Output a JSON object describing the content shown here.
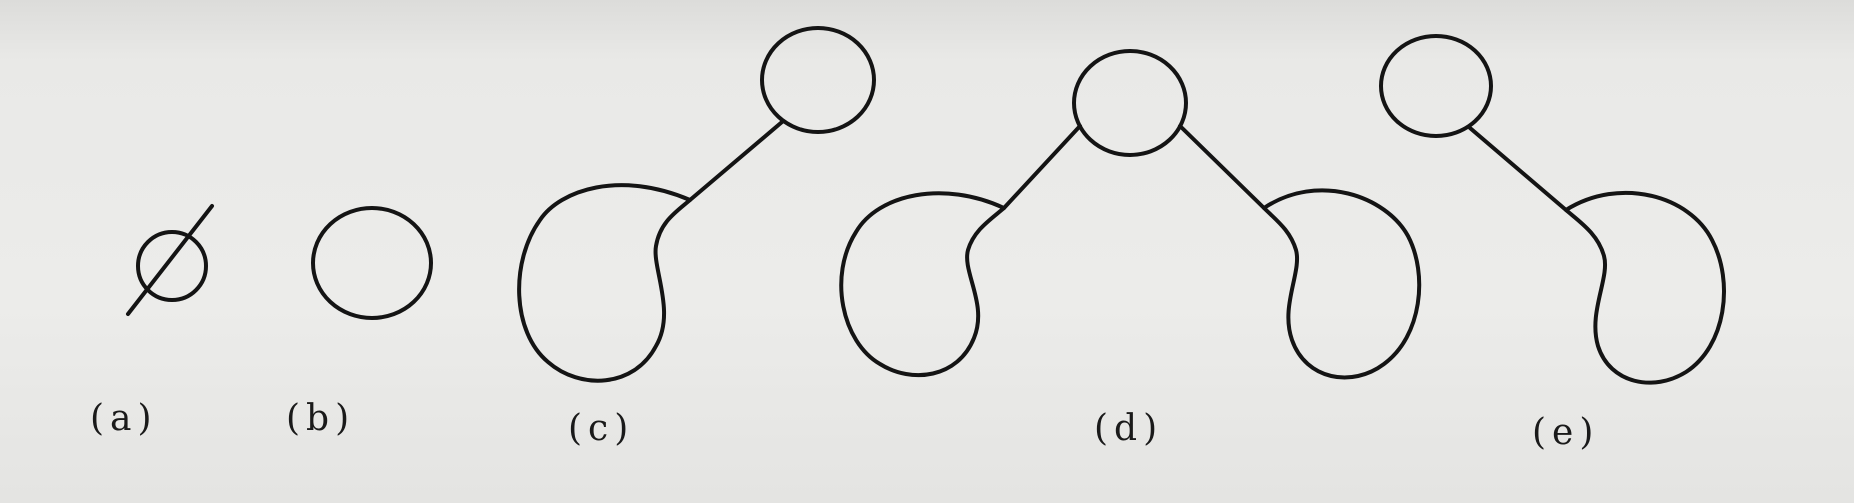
{
  "figure": {
    "labels": {
      "a": "(a)",
      "b": "(b)",
      "c": "(c)",
      "d": "(d)",
      "e": "(e)"
    },
    "stroke_color": "#141414",
    "background_color": "#e9e9e7"
  }
}
